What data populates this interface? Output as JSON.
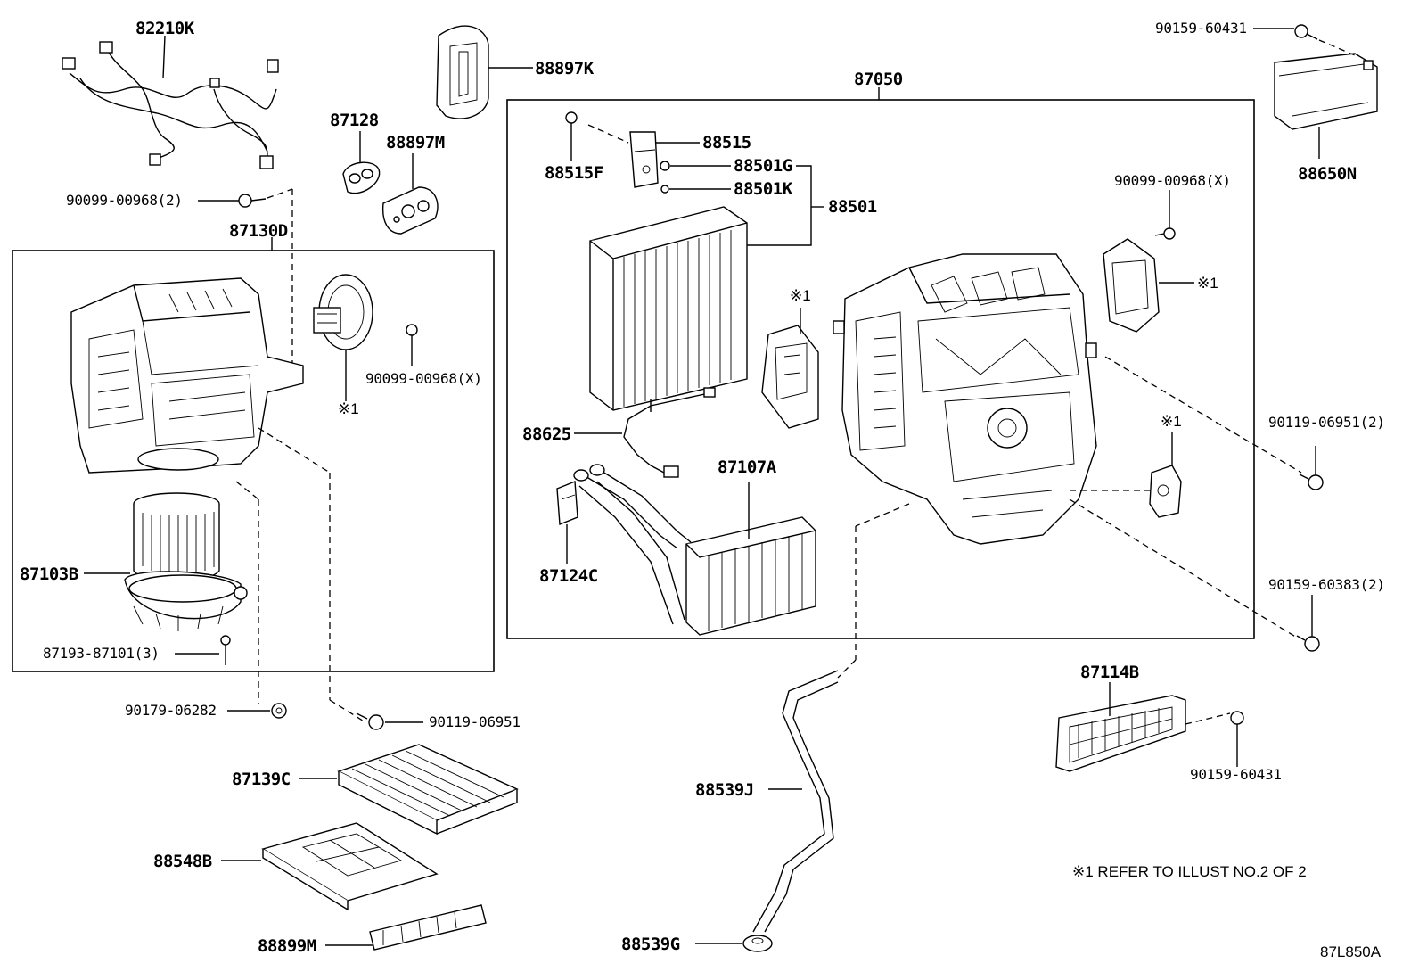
{
  "diagram": {
    "code": "87L850A",
    "note": "※1 REFER TO ILLUST NO.2 OF 2"
  },
  "labels": {
    "p82210K": "82210K",
    "p88897K": "88897K",
    "p87128": "87128",
    "p88897M": "88897M",
    "p90099_00968_2": "90099-00968(2)",
    "p87130D": "87130D",
    "p90099_00968_X_left": "90099-00968(X)",
    "ref1_left": "※1",
    "p87103B": "87103B",
    "p87193_87101_3": "87193-87101(3)",
    "p90179_06282": "90179-06282",
    "p90119_06951": "90119-06951",
    "p87139C": "87139C",
    "p88548B": "88548B",
    "p88899M": "88899M",
    "p87050": "87050",
    "p88515": "88515",
    "p88515F": "88515F",
    "p88501G": "88501G",
    "p88501K": "88501K",
    "p88501": "88501",
    "ref1_mid": "※1",
    "p88625": "88625",
    "p87107A": "87107A",
    "p87124C": "87124C",
    "p90099_00968_X_right": "90099-00968(X)",
    "ref1_right_top": "※1",
    "ref1_right_bottom": "※1",
    "p90159_60431_top": "90159-60431",
    "p88650N": "88650N",
    "p90119_06951_2": "90119-06951(2)",
    "p90159_60383_2": "90159-60383(2)",
    "p87114B": "87114B",
    "p90159_60431_bottom": "90159-60431",
    "p88539J": "88539J",
    "p88539G": "88539G"
  }
}
